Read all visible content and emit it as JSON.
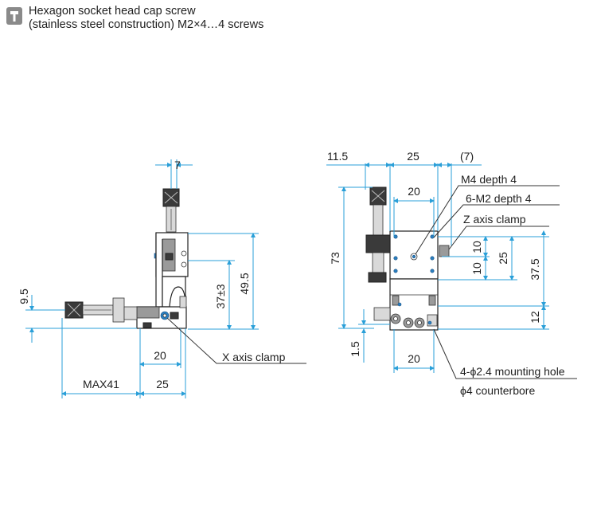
{
  "note": {
    "icon": "hex-screw-icon",
    "line1": "Hexagon socket head cap screw",
    "line2": "(stainless steel construction) M2×4…4 screws"
  },
  "left_view": {
    "dims": {
      "top_width": "7",
      "height_total": "49.5",
      "height_mid": "37±3",
      "height_low": "9.5",
      "width_inner": "20",
      "width_outer": "25",
      "max_travel": "MAX41"
    },
    "labels": {
      "x_clamp": "X axis clamp"
    }
  },
  "right_view": {
    "dims": {
      "left_offset": "11.5",
      "top_width": "25",
      "right_offset": "(7)",
      "inner_width_top": "20",
      "height_total": "73",
      "v10_a": "10",
      "v10_b": "10",
      "v25": "25",
      "v37_5": "37.5",
      "v12": "12",
      "v1_5": "1.5",
      "bottom_width": "20"
    },
    "labels": {
      "m4": "M4 depth 4",
      "m2": "6-M2 depth 4",
      "z_clamp": "Z axis clamp",
      "mount_hole": "4-ϕ2.4 mounting hole",
      "counterbore": "ϕ4 counterbore"
    }
  },
  "colors": {
    "dimension_line": "#2a9fd8",
    "screw_marker": "#2a7fc0",
    "body_outline": "#222222"
  }
}
